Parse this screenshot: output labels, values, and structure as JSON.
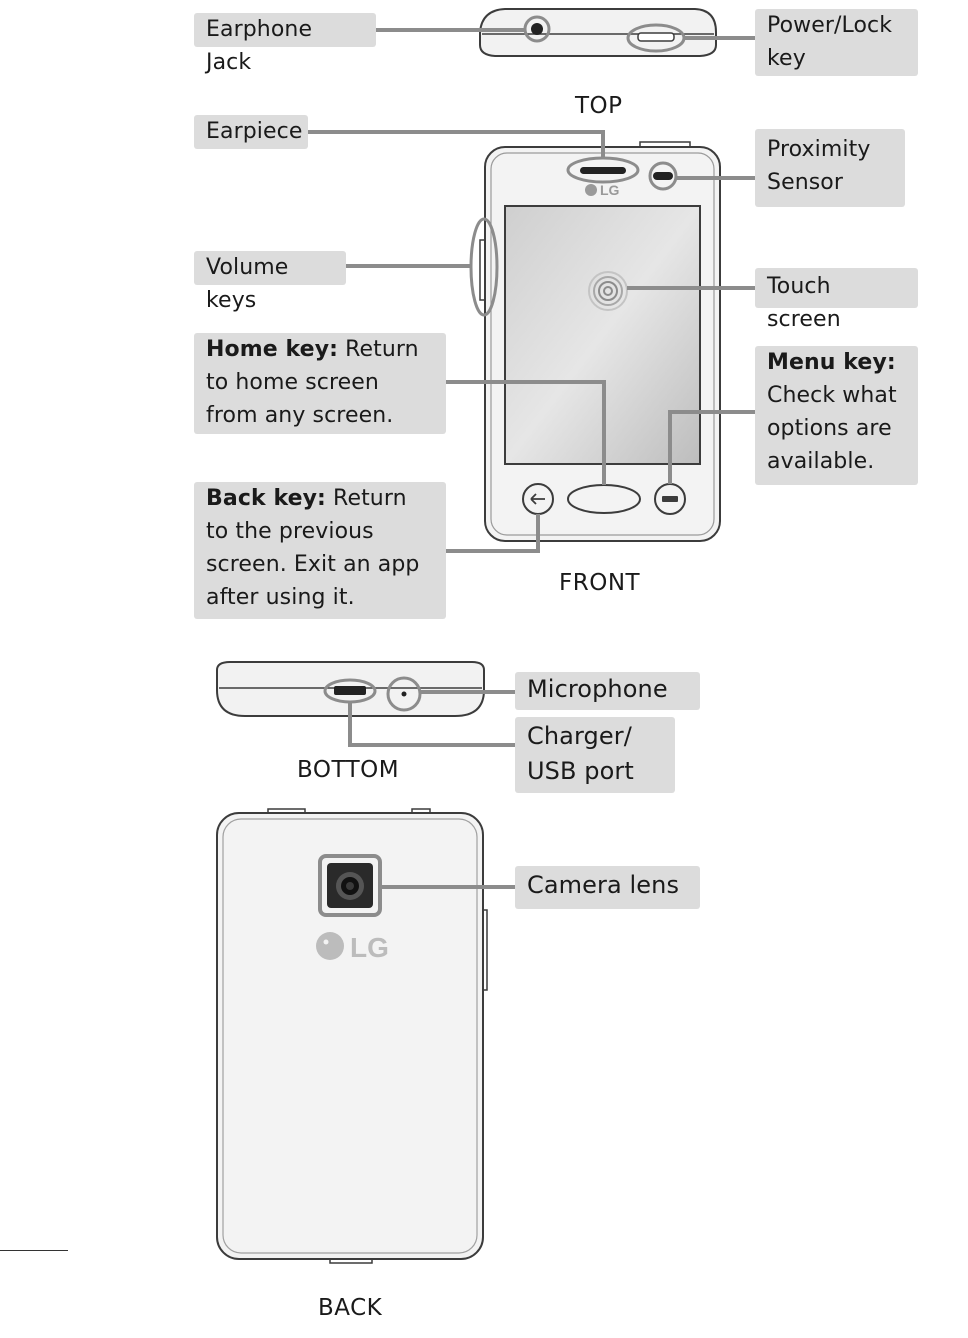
{
  "colors": {
    "callout_bg": "#dcdcdc",
    "leader_line": "#8c8c8c",
    "phone_outline": "#3c3c3c",
    "phone_body": "#f3f3f3",
    "screen": "#bfbfbf"
  },
  "views": {
    "top": "TOP",
    "front": "FRONT",
    "bottom": "BOTTOM",
    "back": "BACK"
  },
  "brand": {
    "logo": "LG"
  },
  "callouts": {
    "earphone_jack": "Earphone Jack",
    "power_lock_key": "Power/Lock key",
    "earpiece": "Earpiece",
    "proximity_sensor": "Proximity Sensor",
    "volume_keys": "Volume keys",
    "touch_screen": "Touch screen",
    "home_key": {
      "title": "Home key:",
      "text": "Return to home screen from any screen."
    },
    "menu_key": {
      "title": "Menu key:",
      "text": "Check what options are available."
    },
    "back_key": {
      "title": "Back key:",
      "text": "Return to the previous screen. Exit an app after using it."
    },
    "microphone": "Microphone",
    "charger_usb_port": "Charger/ USB port",
    "camera_lens": "Camera lens"
  }
}
